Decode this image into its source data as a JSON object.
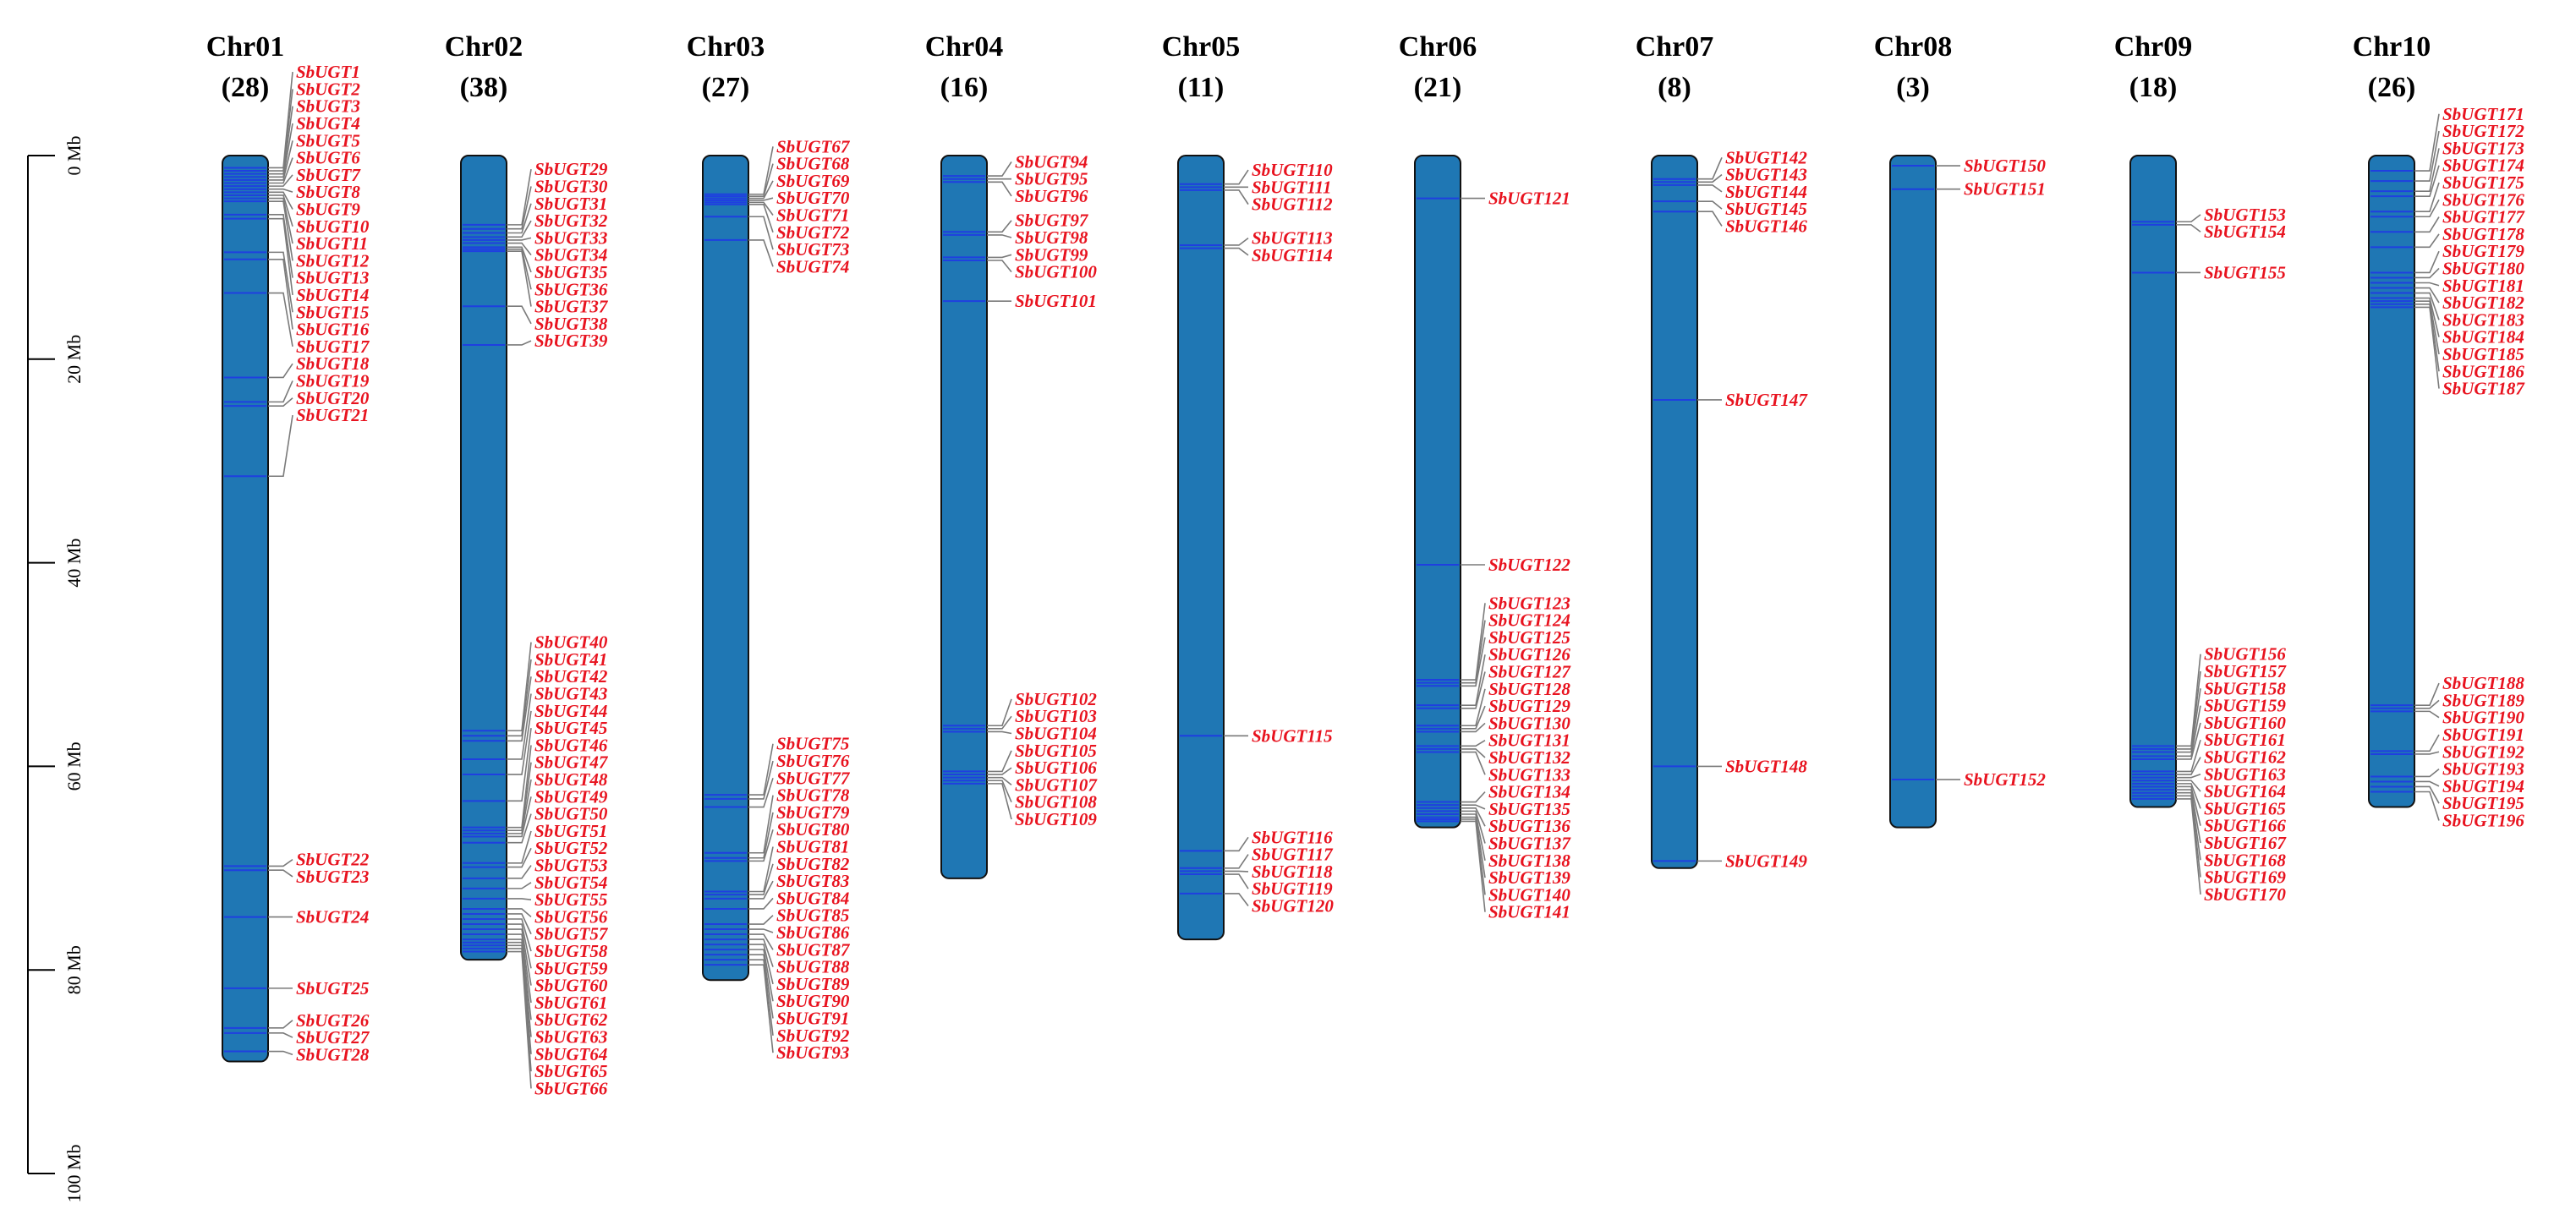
{
  "scale": {
    "unit": "Mb",
    "max": 100,
    "ticks": [
      0,
      20,
      40,
      60,
      80,
      100
    ],
    "tick_labels": [
      "0 Mb",
      "20 Mb",
      "40 Mb",
      "60 Mb",
      "80 Mb",
      "100 Mb"
    ]
  },
  "colors": {
    "chromosome": "#1f77b4",
    "chromosome_outline": "#111111",
    "gene_tick": "#1f3fe0",
    "leader_line": "#7a7a7a",
    "gene_label": "#e8131f"
  },
  "chromosomes": [
    {
      "name": "Chr01",
      "count": "(28)",
      "length": 89,
      "genes": [
        [
          "SbUGT1",
          1.2
        ],
        [
          "SbUGT2",
          1.5
        ],
        [
          "SbUGT3",
          1.8
        ],
        [
          "SbUGT4",
          2.1
        ],
        [
          "SbUGT5",
          2.4
        ],
        [
          "SbUGT6",
          2.7
        ],
        [
          "SbUGT7",
          3.0
        ],
        [
          "SbUGT8",
          3.3
        ],
        [
          "SbUGT9",
          3.6
        ],
        [
          "SbUGT10",
          3.9
        ],
        [
          "SbUGT11",
          4.2
        ],
        [
          "SbUGT12",
          4.5
        ],
        [
          "SbUGT13",
          5.8
        ],
        [
          "SbUGT14",
          6.2
        ],
        [
          "SbUGT15",
          9.5
        ],
        [
          "SbUGT16",
          10.2
        ],
        [
          "SbUGT17",
          13.5
        ],
        [
          "SbUGT18",
          21.8
        ],
        [
          "SbUGT19",
          24.2
        ],
        [
          "SbUGT20",
          24.6
        ],
        [
          "SbUGT21",
          31.5
        ],
        [
          "SbUGT22",
          69.8
        ],
        [
          "SbUGT23",
          70.2
        ],
        [
          "SbUGT24",
          74.8
        ],
        [
          "SbUGT25",
          81.8
        ],
        [
          "SbUGT26",
          85.7
        ],
        [
          "SbUGT27",
          86.2
        ],
        [
          "SbUGT28",
          88.0
        ]
      ]
    },
    {
      "name": "Chr02",
      "count": "(38)",
      "length": 79,
      "genes": [
        [
          "SbUGT29",
          6.8
        ],
        [
          "SbUGT30",
          7.2
        ],
        [
          "SbUGT31",
          7.6
        ],
        [
          "SbUGT32",
          8.0
        ],
        [
          "SbUGT33",
          8.3
        ],
        [
          "SbUGT34",
          8.6
        ],
        [
          "SbUGT35",
          9.0
        ],
        [
          "SbUGT36",
          9.2
        ],
        [
          "SbUGT37",
          9.4
        ],
        [
          "SbUGT38",
          14.8
        ],
        [
          "SbUGT39",
          18.6
        ],
        [
          "SbUGT40",
          56.5
        ],
        [
          "SbUGT41",
          57.0
        ],
        [
          "SbUGT42",
          57.5
        ],
        [
          "SbUGT43",
          59.3
        ],
        [
          "SbUGT44",
          60.8
        ],
        [
          "SbUGT45",
          63.4
        ],
        [
          "SbUGT46",
          66.0
        ],
        [
          "SbUGT47",
          66.3
        ],
        [
          "SbUGT48",
          66.6
        ],
        [
          "SbUGT49",
          66.9
        ],
        [
          "SbUGT50",
          67.5
        ],
        [
          "SbUGT51",
          69.5
        ],
        [
          "SbUGT52",
          69.9
        ],
        [
          "SbUGT53",
          71.0
        ],
        [
          "SbUGT54",
          72.0
        ],
        [
          "SbUGT55",
          73.0
        ],
        [
          "SbUGT56",
          74.0
        ],
        [
          "SbUGT57",
          74.5
        ],
        [
          "SbUGT58",
          75.0
        ],
        [
          "SbUGT59",
          75.5
        ],
        [
          "SbUGT60",
          76.0
        ],
        [
          "SbUGT61",
          76.5
        ],
        [
          "SbUGT62",
          77.0
        ],
        [
          "SbUGT63",
          77.3
        ],
        [
          "SbUGT64",
          77.6
        ],
        [
          "SbUGT65",
          77.9
        ],
        [
          "SbUGT66",
          78.2
        ]
      ]
    },
    {
      "name": "Chr03",
      "count": "(27)",
      "length": 81,
      "genes": [
        [
          "SbUGT67",
          3.8
        ],
        [
          "SbUGT68",
          4.0
        ],
        [
          "SbUGT69",
          4.2
        ],
        [
          "SbUGT70",
          4.4
        ],
        [
          "SbUGT71",
          4.6
        ],
        [
          "SbUGT72",
          4.8
        ],
        [
          "SbUGT73",
          6.0
        ],
        [
          "SbUGT74",
          8.3
        ],
        [
          "SbUGT75",
          62.8
        ],
        [
          "SbUGT76",
          63.2
        ],
        [
          "SbUGT77",
          64.0
        ],
        [
          "SbUGT78",
          68.5
        ],
        [
          "SbUGT79",
          69.0
        ],
        [
          "SbUGT80",
          69.3
        ],
        [
          "SbUGT81",
          72.3
        ],
        [
          "SbUGT82",
          72.6
        ],
        [
          "SbUGT83",
          73.0
        ],
        [
          "SbUGT84",
          74.0
        ],
        [
          "SbUGT85",
          75.5
        ],
        [
          "SbUGT86",
          76.0
        ],
        [
          "SbUGT87",
          76.5
        ],
        [
          "SbUGT88",
          77.0
        ],
        [
          "SbUGT89",
          77.5
        ],
        [
          "SbUGT90",
          78.0
        ],
        [
          "SbUGT91",
          78.5
        ],
        [
          "SbUGT92",
          79.0
        ],
        [
          "SbUGT93",
          79.5
        ]
      ]
    },
    {
      "name": "Chr04",
      "count": "(16)",
      "length": 71,
      "genes": [
        [
          "SbUGT94",
          2.0
        ],
        [
          "SbUGT95",
          2.3
        ],
        [
          "SbUGT96",
          2.6
        ],
        [
          "SbUGT97",
          7.5
        ],
        [
          "SbUGT98",
          7.8
        ],
        [
          "SbUGT99",
          10.0
        ],
        [
          "SbUGT100",
          10.3
        ],
        [
          "SbUGT101",
          14.3
        ],
        [
          "SbUGT102",
          56.0
        ],
        [
          "SbUGT103",
          56.3
        ],
        [
          "SbUGT104",
          56.6
        ],
        [
          "SbUGT105",
          60.5
        ],
        [
          "SbUGT106",
          60.8
        ],
        [
          "SbUGT107",
          61.1
        ],
        [
          "SbUGT108",
          61.4
        ],
        [
          "SbUGT109",
          61.7
        ]
      ]
    },
    {
      "name": "Chr05",
      "count": "(11)",
      "length": 77,
      "genes": [
        [
          "SbUGT110",
          2.8
        ],
        [
          "SbUGT111",
          3.1
        ],
        [
          "SbUGT112",
          3.4
        ],
        [
          "SbUGT113",
          8.8
        ],
        [
          "SbUGT114",
          9.1
        ],
        [
          "SbUGT115",
          57.0
        ],
        [
          "SbUGT116",
          68.3
        ],
        [
          "SbUGT117",
          70.0
        ],
        [
          "SbUGT118",
          70.3
        ],
        [
          "SbUGT119",
          70.6
        ],
        [
          "SbUGT120",
          72.5
        ]
      ]
    },
    {
      "name": "Chr06",
      "count": "(21)",
      "length": 66,
      "genes": [
        [
          "SbUGT121",
          4.2
        ],
        [
          "SbUGT122",
          40.2
        ],
        [
          "SbUGT123",
          51.5
        ],
        [
          "SbUGT124",
          51.8
        ],
        [
          "SbUGT125",
          52.1
        ],
        [
          "SbUGT126",
          54.0
        ],
        [
          "SbUGT127",
          54.3
        ],
        [
          "SbUGT128",
          56.0
        ],
        [
          "SbUGT129",
          56.3
        ],
        [
          "SbUGT130",
          56.6
        ],
        [
          "SbUGT131",
          58.0
        ],
        [
          "SbUGT132",
          58.3
        ],
        [
          "SbUGT133",
          58.6
        ],
        [
          "SbUGT134",
          63.5
        ],
        [
          "SbUGT135",
          63.8
        ],
        [
          "SbUGT136",
          64.1
        ],
        [
          "SbUGT137",
          64.4
        ],
        [
          "SbUGT138",
          64.7
        ],
        [
          "SbUGT139",
          65.0
        ],
        [
          "SbUGT140",
          65.2
        ],
        [
          "SbUGT141",
          65.4
        ]
      ]
    },
    {
      "name": "Chr07",
      "count": "(8)",
      "length": 70,
      "genes": [
        [
          "SbUGT142",
          2.3
        ],
        [
          "SbUGT143",
          2.6
        ],
        [
          "SbUGT144",
          2.9
        ],
        [
          "SbUGT145",
          4.5
        ],
        [
          "SbUGT146",
          5.5
        ],
        [
          "SbUGT147",
          24.0
        ],
        [
          "SbUGT148",
          60.0
        ],
        [
          "SbUGT149",
          69.3
        ]
      ]
    },
    {
      "name": "Chr08",
      "count": "(3)",
      "length": 66,
      "genes": [
        [
          "SbUGT150",
          1.0
        ],
        [
          "SbUGT151",
          3.3
        ],
        [
          "SbUGT152",
          61.3
        ]
      ]
    },
    {
      "name": "Chr09",
      "count": "(18)",
      "length": 64,
      "genes": [
        [
          "SbUGT153",
          6.5
        ],
        [
          "SbUGT154",
          6.8
        ],
        [
          "SbUGT155",
          11.5
        ],
        [
          "SbUGT156",
          58.0
        ],
        [
          "SbUGT157",
          58.3
        ],
        [
          "SbUGT158",
          58.6
        ],
        [
          "SbUGT159",
          59.0
        ],
        [
          "SbUGT160",
          59.3
        ],
        [
          "SbUGT161",
          60.5
        ],
        [
          "SbUGT162",
          60.8
        ],
        [
          "SbUGT163",
          61.1
        ],
        [
          "SbUGT164",
          61.4
        ],
        [
          "SbUGT165",
          61.7
        ],
        [
          "SbUGT166",
          62.0
        ],
        [
          "SbUGT167",
          62.3
        ],
        [
          "SbUGT168",
          62.6
        ],
        [
          "SbUGT169",
          62.9
        ],
        [
          "SbUGT170",
          63.2
        ]
      ]
    },
    {
      "name": "Chr10",
      "count": "(26)",
      "length": 64,
      "genes": [
        [
          "SbUGT171",
          1.5
        ],
        [
          "SbUGT172",
          2.5
        ],
        [
          "SbUGT173",
          3.5
        ],
        [
          "SbUGT174",
          4.0
        ],
        [
          "SbUGT175",
          5.5
        ],
        [
          "SbUGT176",
          6.0
        ],
        [
          "SbUGT177",
          7.5
        ],
        [
          "SbUGT178",
          9.0
        ],
        [
          "SbUGT179",
          11.5
        ],
        [
          "SbUGT180",
          12.0
        ],
        [
          "SbUGT181",
          12.5
        ],
        [
          "SbUGT182",
          13.0
        ],
        [
          "SbUGT183",
          13.5
        ],
        [
          "SbUGT184",
          14.0
        ],
        [
          "SbUGT185",
          14.3
        ],
        [
          "SbUGT186",
          14.6
        ],
        [
          "SbUGT187",
          14.9
        ],
        [
          "SbUGT188",
          54.0
        ],
        [
          "SbUGT189",
          54.3
        ],
        [
          "SbUGT190",
          54.6
        ],
        [
          "SbUGT191",
          58.5
        ],
        [
          "SbUGT192",
          58.8
        ],
        [
          "SbUGT193",
          61.0
        ],
        [
          "SbUGT194",
          61.5
        ],
        [
          "SbUGT195",
          62.0
        ],
        [
          "SbUGT196",
          62.5
        ]
      ]
    }
  ]
}
